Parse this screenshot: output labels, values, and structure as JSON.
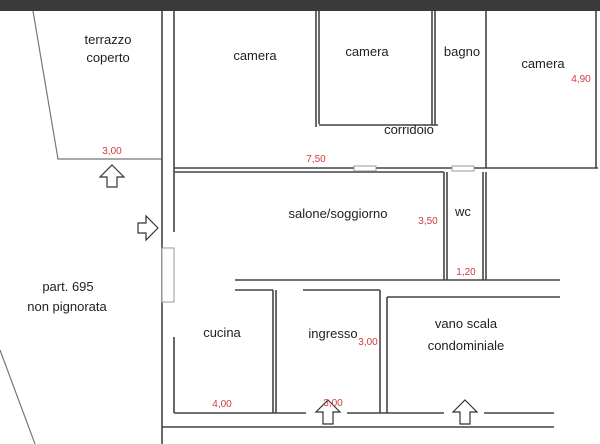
{
  "rooms": {
    "terrazzo_1": "terrazzo",
    "terrazzo_2": "coperto",
    "camera_1": "camera",
    "camera_2": "camera",
    "bagno": "bagno",
    "camera_3": "camera",
    "corridoio": "corridoio",
    "salone": "salone/soggiorno",
    "wc": "wc",
    "cucina": "cucina",
    "ingresso": "ingresso",
    "vano_1": "vano scala",
    "vano_2": "condominiale",
    "part_1": "part. 695",
    "part_2": "non pignorata"
  },
  "dimensions": {
    "camera_3": "4,90",
    "terrazzo": "3,00",
    "salone_width": "7,50",
    "salone_depth": "3,50",
    "wc": "1,20",
    "ingresso_depth": "3,00",
    "cucina": "4,00",
    "ingresso_width": "3,00"
  },
  "colors": {
    "dimension": "#d23a3a",
    "wall": "#444444",
    "header": "#3a3a3a"
  }
}
